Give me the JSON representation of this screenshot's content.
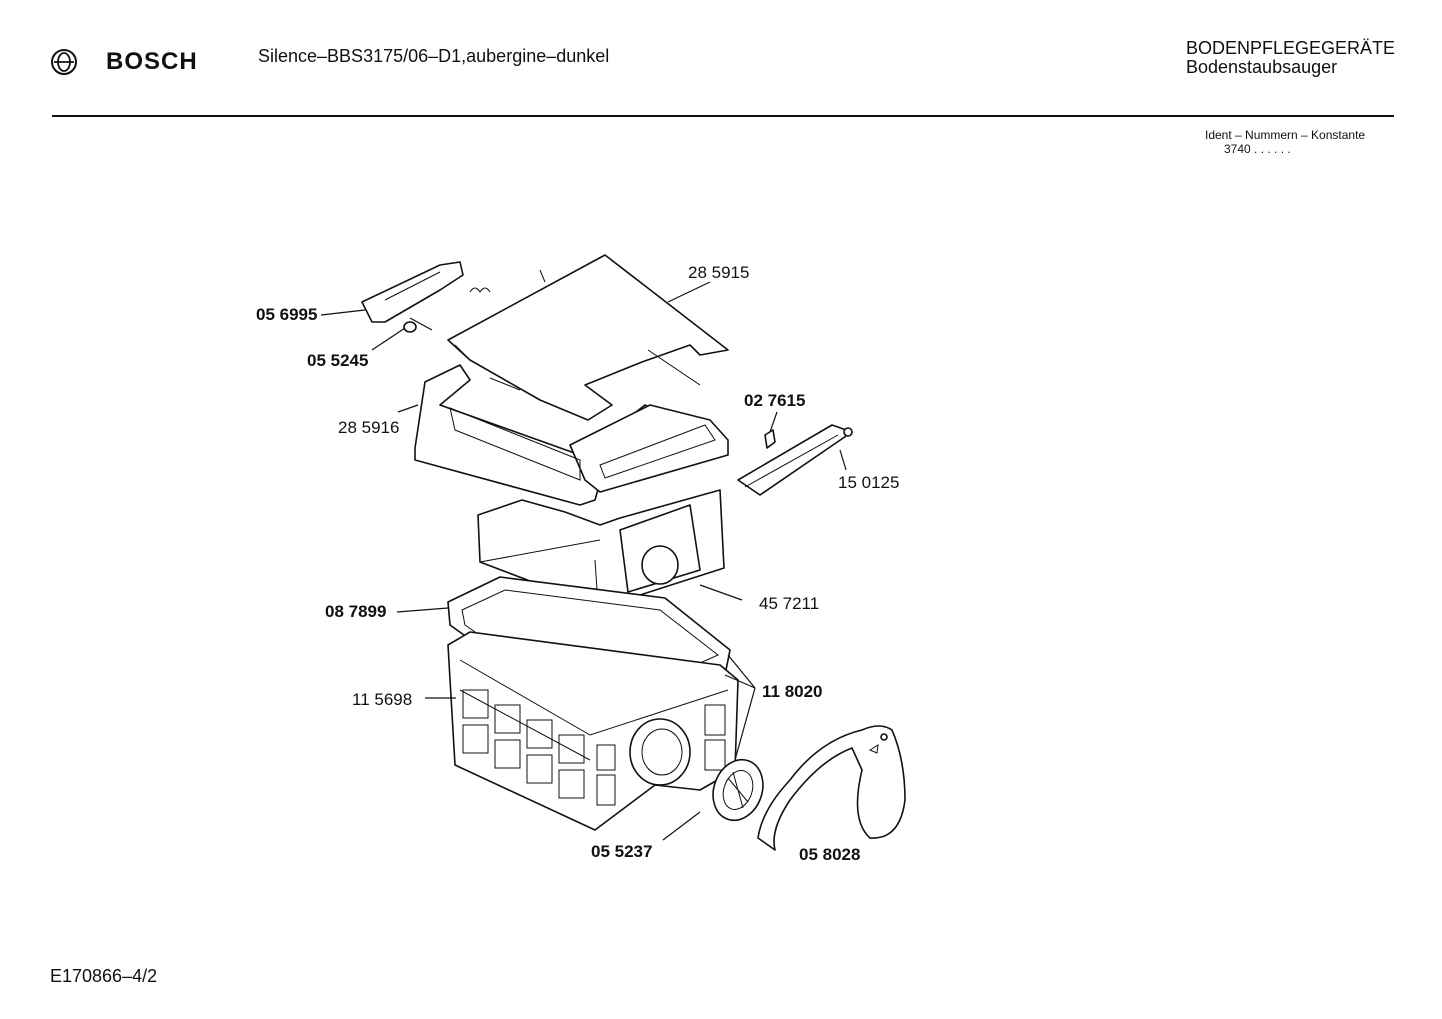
{
  "header": {
    "brand": "BOSCH",
    "model": "Silence–BBS3175/06–D1,aubergine–dunkel",
    "category_line1": "BODENPFLEGEGERÄTE",
    "category_line2": "Bodenstaubsauger",
    "ident_title": "Ident – Nummern – Konstante",
    "ident_value": "3740 . . . . . ."
  },
  "footer": {
    "document_number": "E170866–4/2"
  },
  "parts": {
    "p285915": "28 5915",
    "p056995": "05 6995",
    "p055245": "05 5245",
    "p285916": "28 5916",
    "p027615": "02 7615",
    "p150125": "15 0125",
    "p457211": "45 7211",
    "p087899": "08 7899",
    "p115698": "11 5698",
    "p118020": "11 8020",
    "p055237": "05 5237",
    "p058028": "05 8028"
  },
  "icons": {
    "logo": "bosch-armature-icon"
  }
}
